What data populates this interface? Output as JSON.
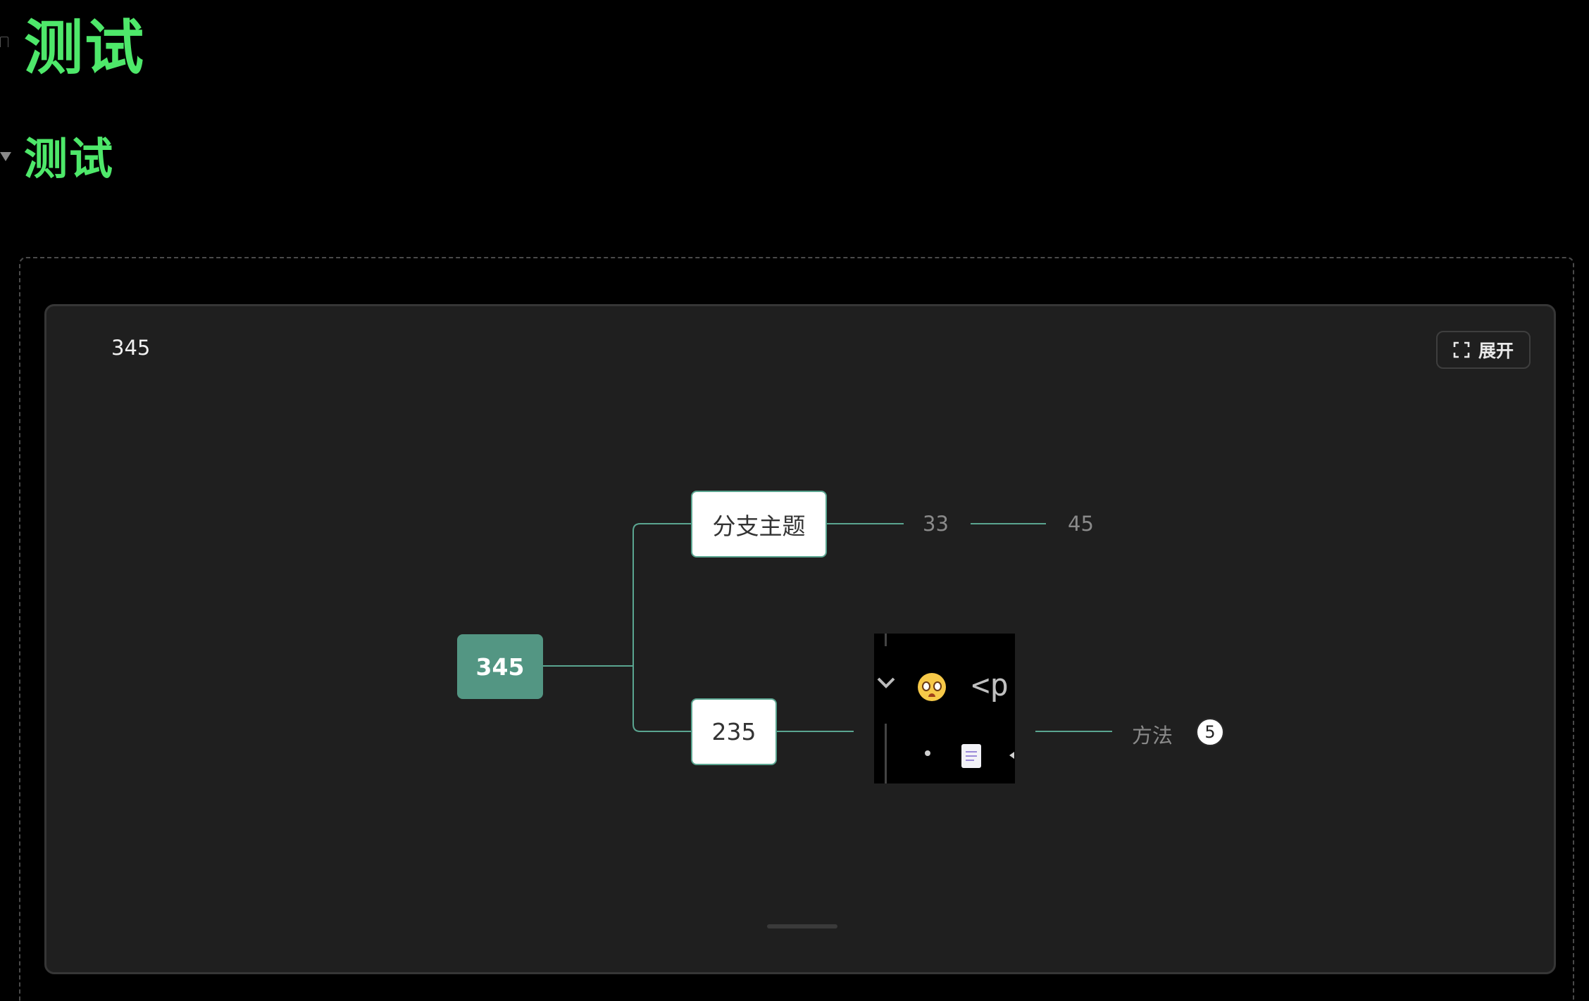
{
  "page": {
    "heading1": "测试",
    "heading2": "测试"
  },
  "mindmap": {
    "title": "345",
    "expand_label": "展开",
    "root": "345",
    "branches": [
      {
        "label": "分支主题",
        "children": [
          "33",
          "45"
        ]
      },
      {
        "label": "235",
        "children": [
          "image",
          "方法"
        ]
      }
    ],
    "leaf_33": "33",
    "leaf_45": "45",
    "leaf_method": "方法",
    "method_badge": "5",
    "image_code_text": "<p:"
  },
  "colors": {
    "heading": "#4ee86a",
    "root_fill": "#539683",
    "connector": "#5aa590",
    "panel_bg": "#1f1f1f"
  },
  "icons": {
    "expand": "fullscreen-icon",
    "toggle": "caret-down-icon"
  }
}
